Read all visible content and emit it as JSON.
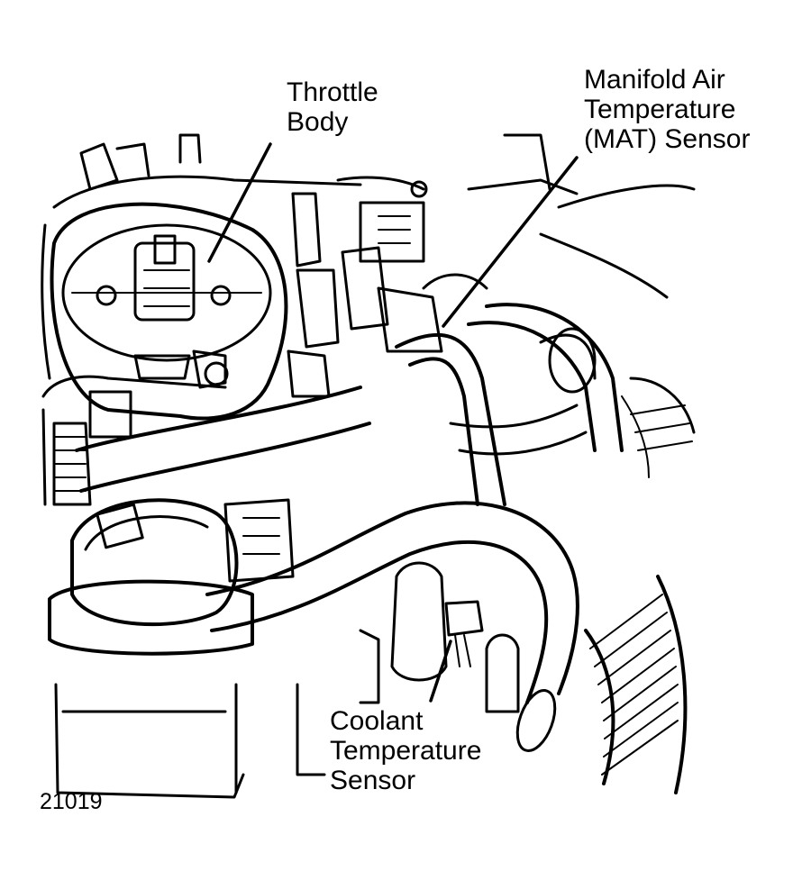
{
  "callouts": {
    "throttle_body": [
      "Throttle",
      "Body"
    ],
    "mat_sensor": [
      "Manifold Air",
      "Temperature",
      "(MAT) Sensor"
    ],
    "coolant_sensor": [
      "Coolant",
      "Temperature",
      "Sensor"
    ]
  },
  "figure_number": "21019"
}
